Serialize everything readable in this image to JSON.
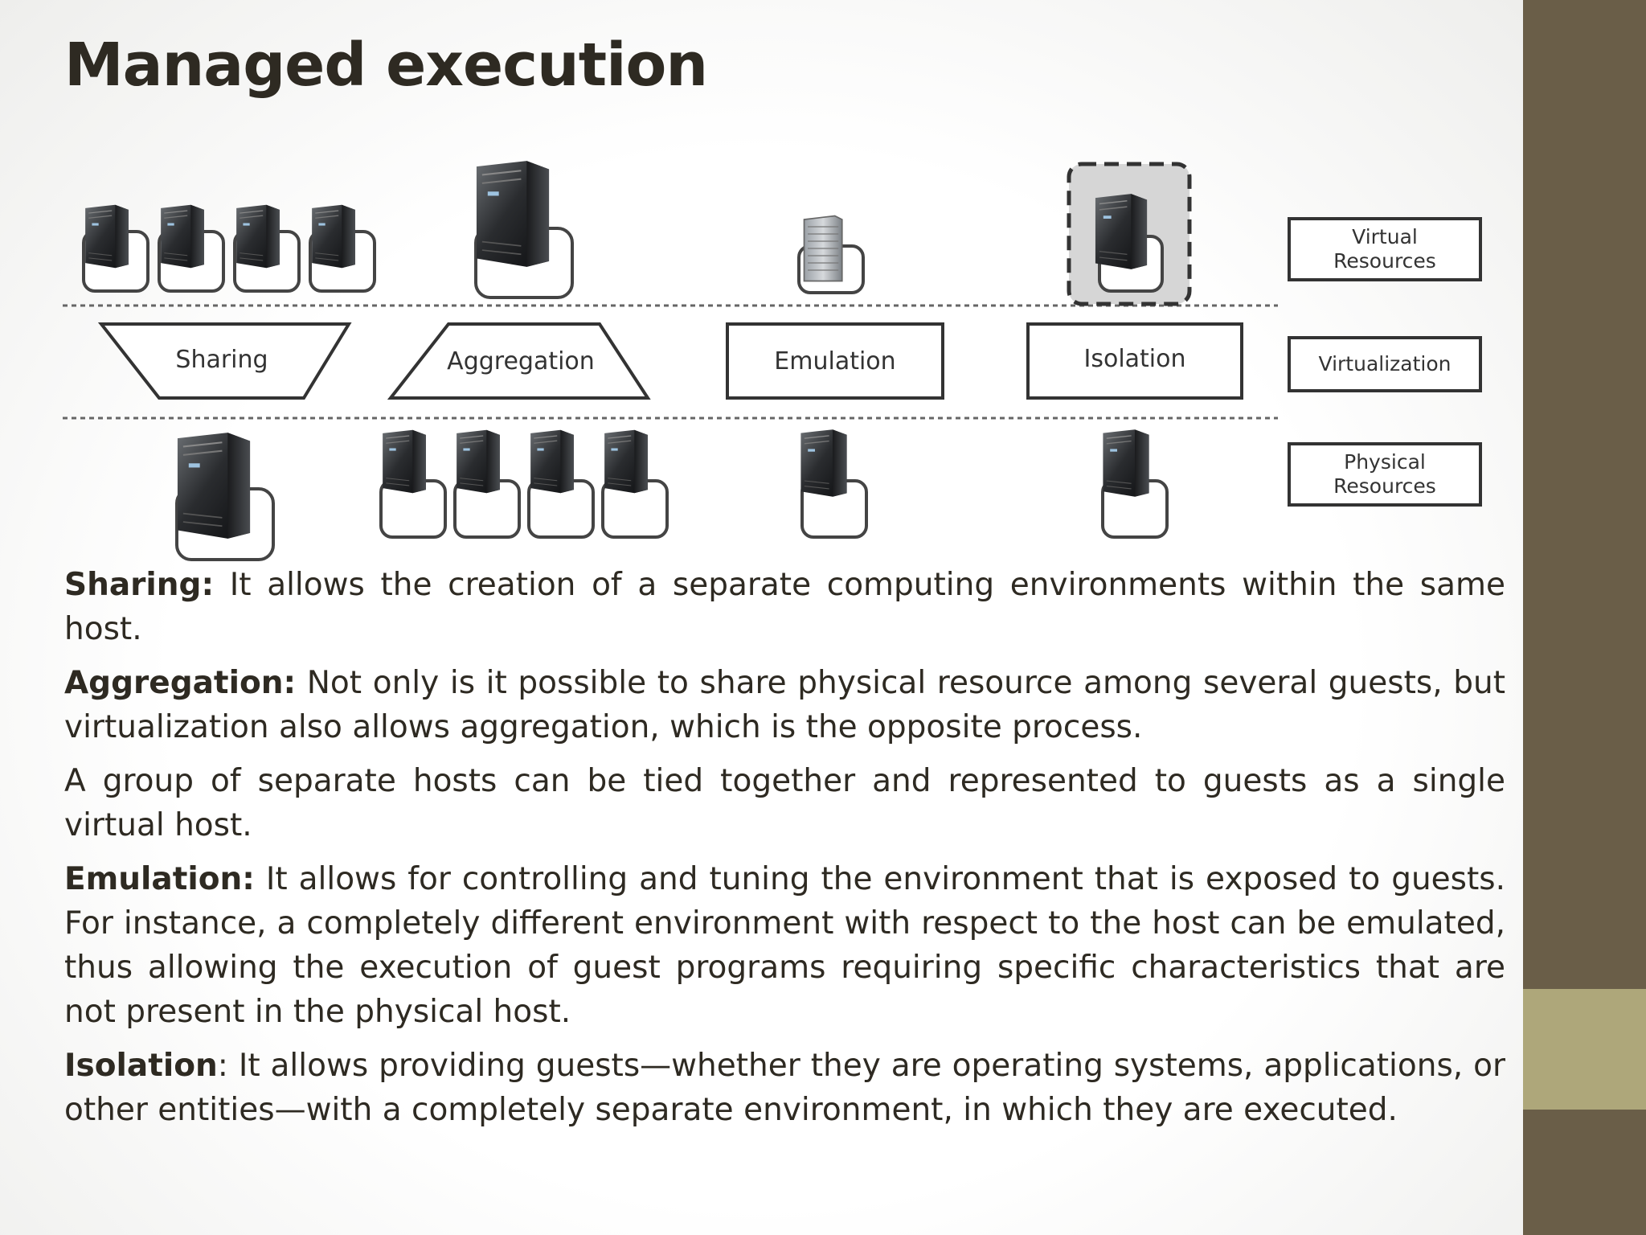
{
  "slide": {
    "title": "Managed execution"
  },
  "diagram": {
    "operations": [
      "Sharing",
      "Aggregation",
      "Emulation",
      "Isolation"
    ],
    "side_labels": {
      "virtual": "Virtual Resources",
      "virtualization": "Virtualization",
      "physical": "Physical Resources"
    }
  },
  "paragraphs": [
    {
      "term": "Sharing:",
      "text": " It allows the creation of a separate computing environments within the same host."
    },
    {
      "term": "Aggregation:",
      "text": " Not only is it possible to share physical resource among several guests, but virtualization also allows aggregation, which is the opposite process."
    },
    {
      "term": "",
      "text": "A group of separate hosts can be tied together and represented to guests as a single virtual host."
    },
    {
      "term": "Emulation:",
      "text": " It allows for controlling and tuning the environment that is exposed to guests. For instance, a completely different environment with respect to the host can be emulated, thus allowing the execution of guest programs requiring specific characteristics that are not present in the physical host."
    },
    {
      "term": "Isolation",
      "text": ": It allows providing guests—whether they are operating systems, applications, or other entities—with a completely separate environment, in which they are executed."
    }
  ],
  "colors": {
    "band": "#6a5e48",
    "accent": "#aea77a",
    "title": "#2e2a22"
  }
}
